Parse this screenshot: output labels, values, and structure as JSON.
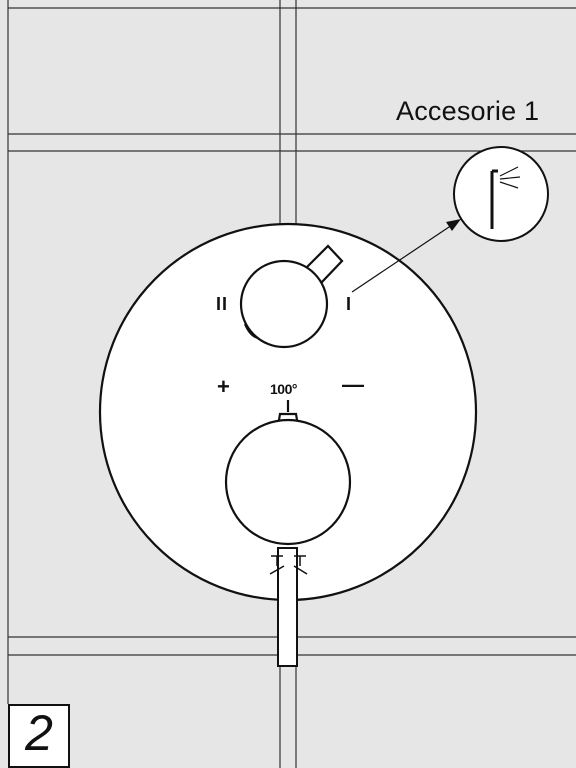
{
  "figure": {
    "callout_label": "Accesorie 1",
    "step_number": "2",
    "control_labels": {
      "position_two": "II",
      "position_one": "I",
      "plus": "+",
      "temperature": "100°",
      "minus": "—"
    },
    "icons": [
      "shower-outlet-icon",
      "diverter-knob",
      "thermostat-knob",
      "lever-handle"
    ],
    "colors": {
      "line": "#111111",
      "wall": "#e6e6e6",
      "plate": "#ffffff"
    }
  }
}
